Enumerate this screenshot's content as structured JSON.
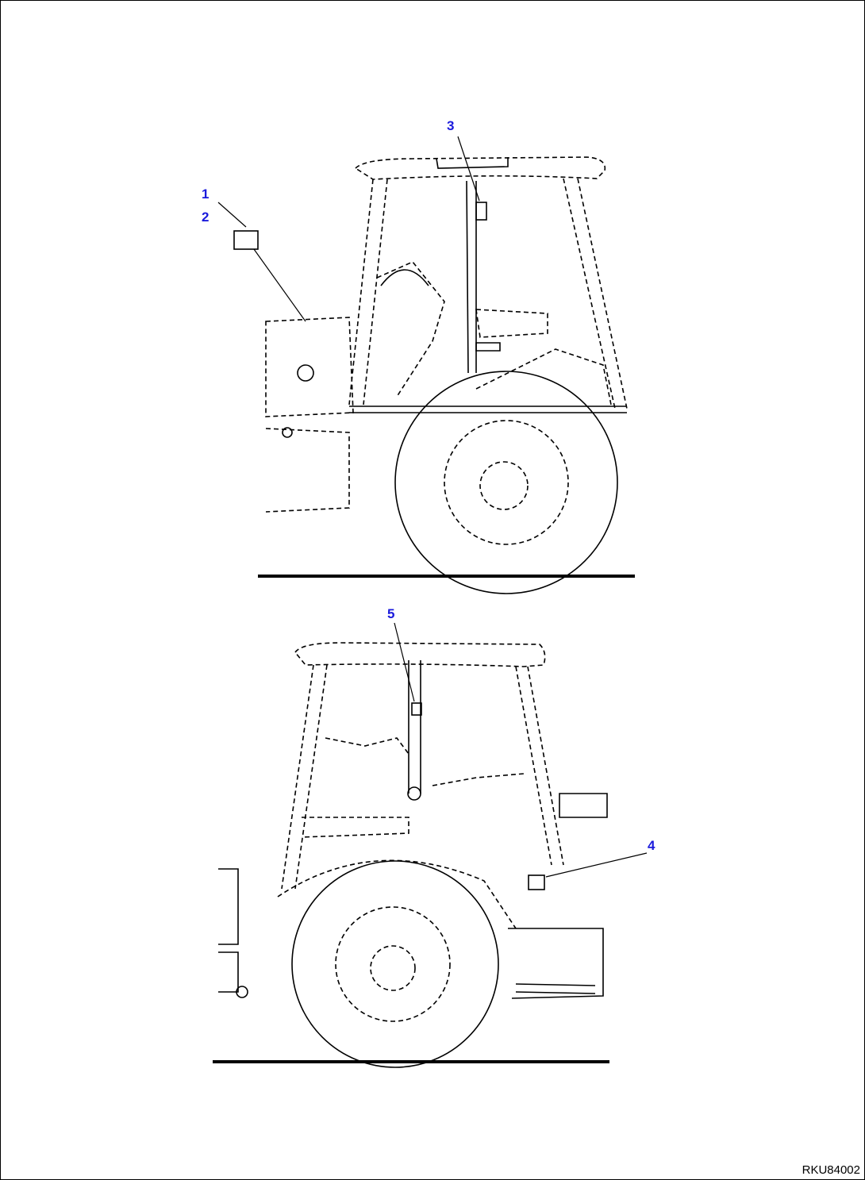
{
  "diagram": {
    "drawing_code": "RKU84002",
    "callout_color": "#1a1adc",
    "callouts": {
      "c1": "1",
      "c2": "2",
      "c3": "3",
      "c4": "4",
      "c5": "5"
    },
    "views": [
      "side-view",
      "rear-view"
    ]
  }
}
